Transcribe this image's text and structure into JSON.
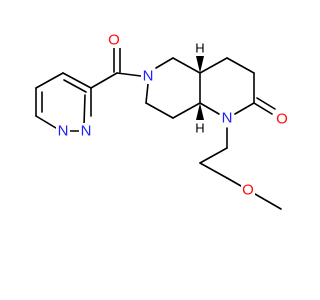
{
  "atoms": {
    "oxygen_label": "O",
    "nitrogen_label": "N",
    "hydrogen_label": "H"
  },
  "colors": {
    "nitrogen": "#2020ff",
    "oxygen": "#ff0d0d",
    "bond": "#000000",
    "background": "#ffffff"
  }
}
